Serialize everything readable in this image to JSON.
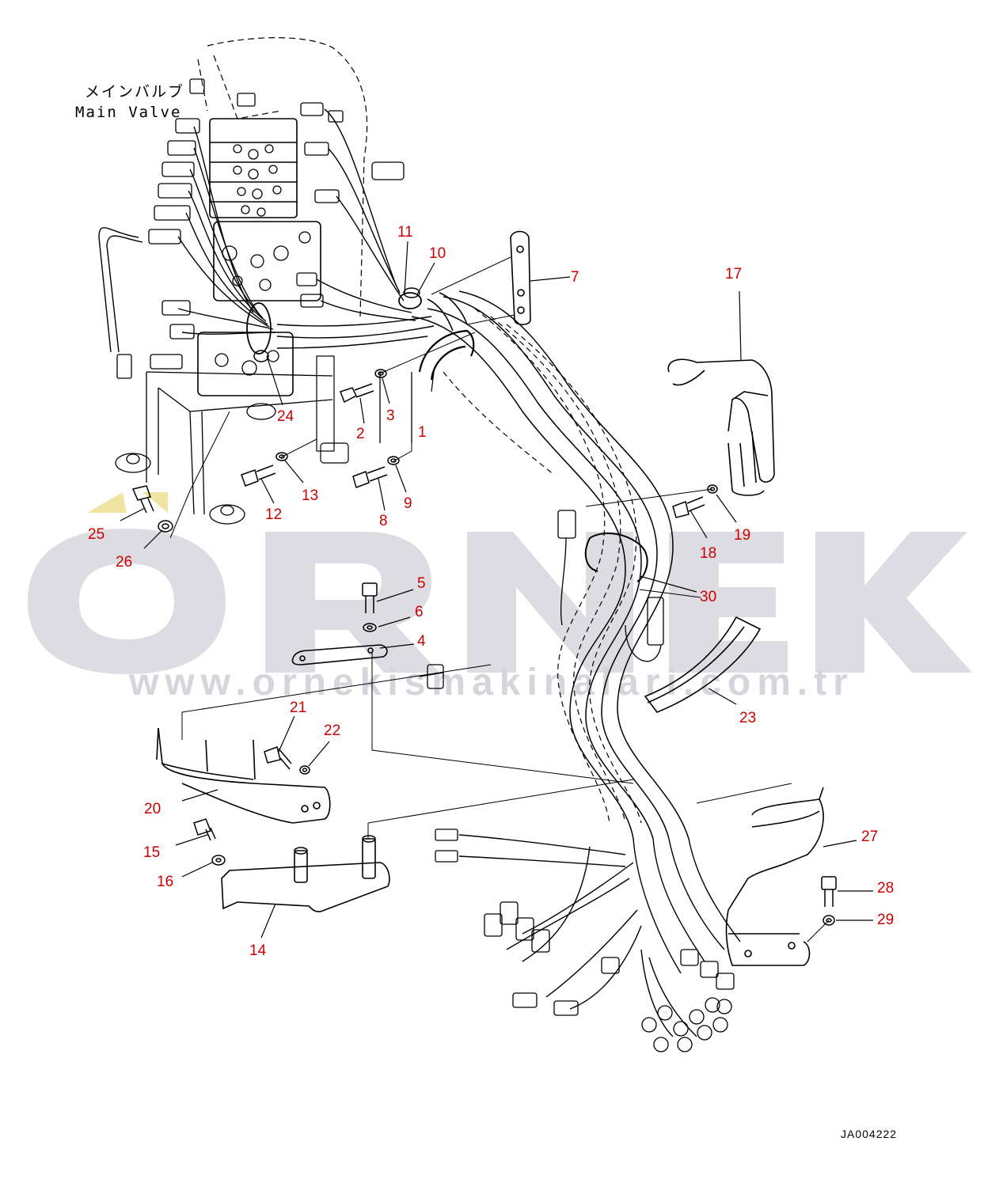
{
  "main_valve_label": {
    "ja": "メインバルブ",
    "en": "Main Valve"
  },
  "drawing_code": "JA004222",
  "watermark": {
    "logo_word": "ÖRNEK",
    "url": "www.ornekismakinalari.com.tr"
  },
  "colors": {
    "callout": "#cc0000",
    "linework": "#000000",
    "watermark": "#d9d9e0",
    "accent": "#f2e7a6"
  },
  "callouts": [
    "1",
    "2",
    "3",
    "4",
    "5",
    "6",
    "7",
    "8",
    "9",
    "10",
    "11",
    "12",
    "13",
    "14",
    "15",
    "16",
    "17",
    "18",
    "19",
    "20",
    "21",
    "22",
    "23",
    "24",
    "25",
    "26",
    "27",
    "28",
    "29",
    "30"
  ]
}
